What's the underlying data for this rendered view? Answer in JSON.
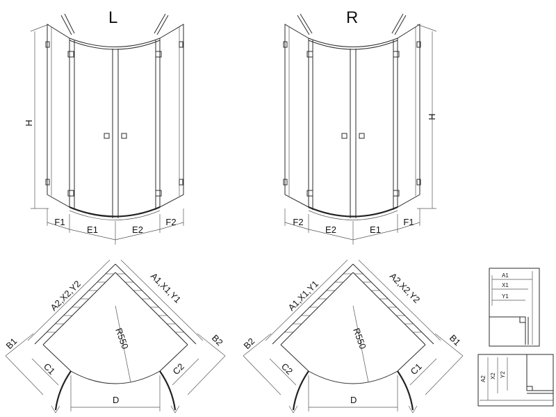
{
  "elevations": {
    "left": {
      "title": "L",
      "height_label": "H",
      "bottom_labels": [
        "F1",
        "E1",
        "E2",
        "F2"
      ]
    },
    "right": {
      "title": "R",
      "height_label": "H",
      "bottom_labels": [
        "F2",
        "E2",
        "E1",
        "F1"
      ]
    }
  },
  "plans": {
    "left": {
      "wall_left_label": "A2,X2,Y2",
      "wall_right_label": "A1,X1,Y1",
      "side_left_label": "B1",
      "side_right_label": "B2",
      "clear_left_label": "C1",
      "clear_right_label": "C2",
      "radius_label": "R550",
      "width_label": "D"
    },
    "right": {
      "wall_left_label": "A1,X1,Y1",
      "wall_right_label": "A2,X2,Y2",
      "side_left_label": "B2",
      "side_right_label": "B1",
      "clear_left_label": "C2",
      "clear_right_label": "C1",
      "radius_label": "R550",
      "width_label": "D"
    }
  },
  "details": {
    "top": {
      "labels": [
        "A1",
        "X1",
        "Y1"
      ]
    },
    "bottom": {
      "labels": [
        "A2",
        "X2",
        "Y2"
      ]
    }
  }
}
